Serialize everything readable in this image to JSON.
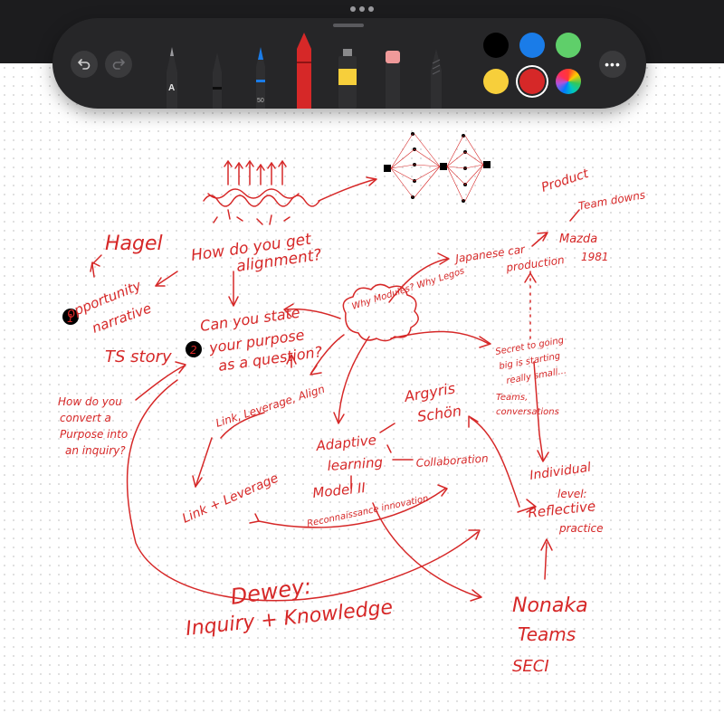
{
  "toolbar": {
    "undo_icon": "undo-arrow-icon",
    "redo_icon": "redo-arrow-icon",
    "more_label": "•••",
    "tools": [
      {
        "name": "pencil",
        "label": "A"
      },
      {
        "name": "fineliner"
      },
      {
        "name": "marker",
        "size": "50"
      },
      {
        "name": "crayon"
      },
      {
        "name": "highlighter"
      },
      {
        "name": "eraser"
      },
      {
        "name": "lasso"
      }
    ],
    "colors": [
      "#000000",
      "#1a7ce8",
      "#5fcf6a",
      "#f7cf3b",
      "#d62828",
      "multicolor"
    ],
    "selected_color": "#d62828"
  },
  "notes": {
    "hagel": "Hagel",
    "opportunity": "opportunity",
    "narrative": "narrative",
    "ts_story": "TS story",
    "circle_one": "1",
    "how_do_you": "How do you",
    "convert_a": "convert a",
    "purpose_into": "Purpose into",
    "an_inquiry": "an inquiry?",
    "how_do_you_get": "How do you get",
    "alignment": "alignment?",
    "can_you_state": "Can you state",
    "circle_two": "2",
    "your_purpose": "your purpose",
    "as_a_question": "as a question?",
    "link_leverage_align": "Link, Leverage, Align",
    "link_and_leverage": "Link + Leverage",
    "why_modules": "Why Modules? Why Legos",
    "japanese_car": "Japanese car",
    "production": "production",
    "mazda": "Mazda",
    "year": "1981",
    "product": "Product",
    "team_downs": "Team downs",
    "secret_1": "Secret to going",
    "secret_2": "big is starting",
    "secret_3": "really small...",
    "secret_4": "Teams,",
    "secret_5": "conversations",
    "argyris": "Argyris",
    "schon": "Schön",
    "adaptive": "Adaptive",
    "learning": "learning",
    "collaboration": "Collaboration",
    "model_ii": "Model II",
    "reconnaissance": "Reconnaissance innovation",
    "individual": "Individual",
    "level": "level:",
    "reflective": "Reflective",
    "practice": "practice",
    "dewey": "Dewey:",
    "inquiry_knowledge": "Inquiry + Knowledge",
    "nonaka": "Nonaka",
    "teams": "Teams",
    "seci": "SECI"
  }
}
